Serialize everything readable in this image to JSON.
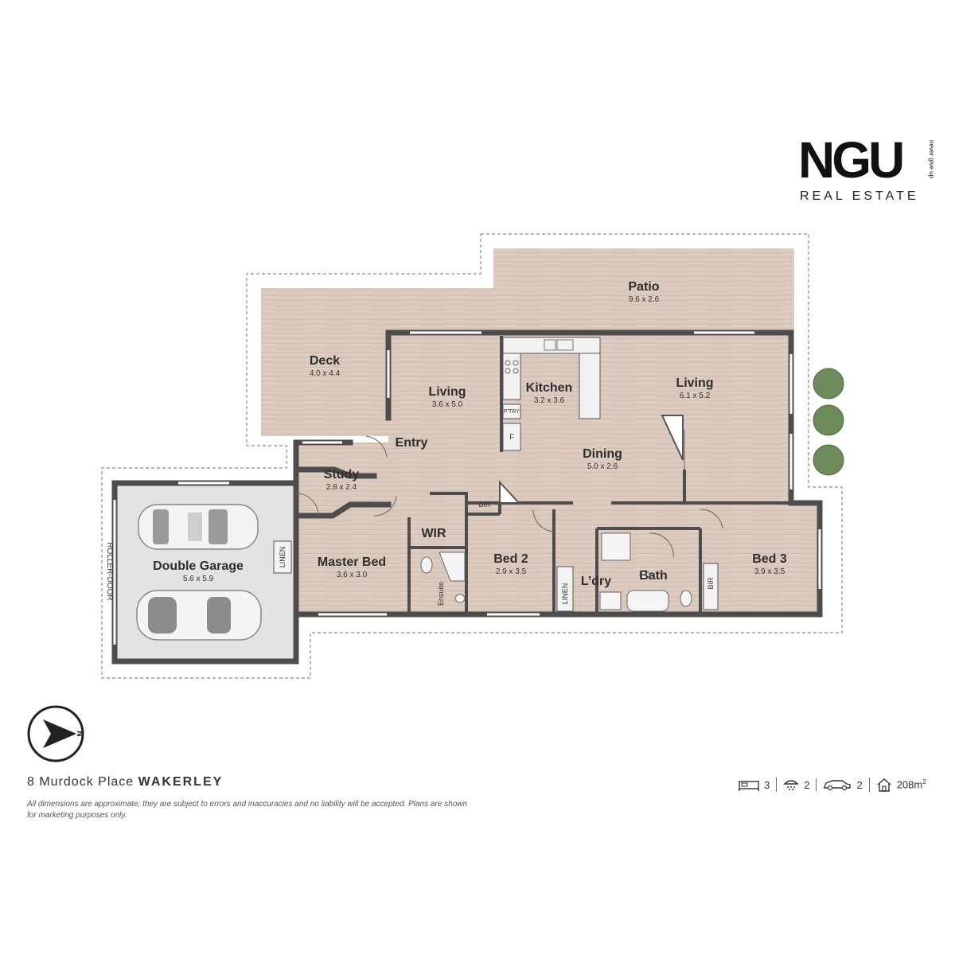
{
  "brand": {
    "name": "NGU",
    "tagline": "never give up",
    "subtitle": "REAL ESTATE"
  },
  "rooms": {
    "patio": {
      "name": "Patio",
      "dims": "9.6 x 2.6"
    },
    "deck": {
      "name": "Deck",
      "dims": "4.0 x 4.4"
    },
    "living1": {
      "name": "Living",
      "dims": "3.6 x 5.0"
    },
    "kitchen": {
      "name": "Kitchen",
      "dims": "3.2 x 3.6"
    },
    "living2": {
      "name": "Living",
      "dims": "6.1 x 5.2"
    },
    "entry": {
      "name": "Entry"
    },
    "dining": {
      "name": "Dining",
      "dims": "5.0 x 2.6"
    },
    "study": {
      "name": "Study",
      "dims": "2.8 x 2.4"
    },
    "garage": {
      "name": "Double Garage",
      "dims": "5.6 x 5.9"
    },
    "master": {
      "name": "Master Bed",
      "dims": "3.6 x 3.0"
    },
    "wir": {
      "name": "WIR"
    },
    "bed2": {
      "name": "Bed 2",
      "dims": "2.9 x 3.5"
    },
    "laundry": {
      "name": "L’dry"
    },
    "bath": {
      "name": "Bath"
    },
    "bed3": {
      "name": "Bed 3",
      "dims": "3.9 x 3.5"
    }
  },
  "small_labels": {
    "pantry": "P'TRY",
    "fridge": "F",
    "bir1": "BIR",
    "bir2": "BIR",
    "ensuite": "Ensuite",
    "linen_garage": "LINEN",
    "linen_laundry": "LINEN",
    "roller_door": "ROLLER-DOOR"
  },
  "compass": {
    "letter": "N"
  },
  "address": {
    "street": "8 Murdock Place",
    "suburb": "WAKERLEY"
  },
  "disclaimer": "All dimensions are approximate; they are subject to errors and inaccuracies and no liability will be accepted. Plans are shown for marketing purposes only.",
  "stats": {
    "bedrooms": "3",
    "bathrooms": "2",
    "car_spaces": "2",
    "area": "208m",
    "area_sup": "2",
    "icons": [
      "bed-icon",
      "shower-icon",
      "car-icon",
      "house-icon"
    ]
  },
  "colors": {
    "floor": "#dcc9be",
    "garage_floor": "#e3e3e3",
    "wall": "#4d4d4d",
    "plants": "#6d8a5a"
  }
}
